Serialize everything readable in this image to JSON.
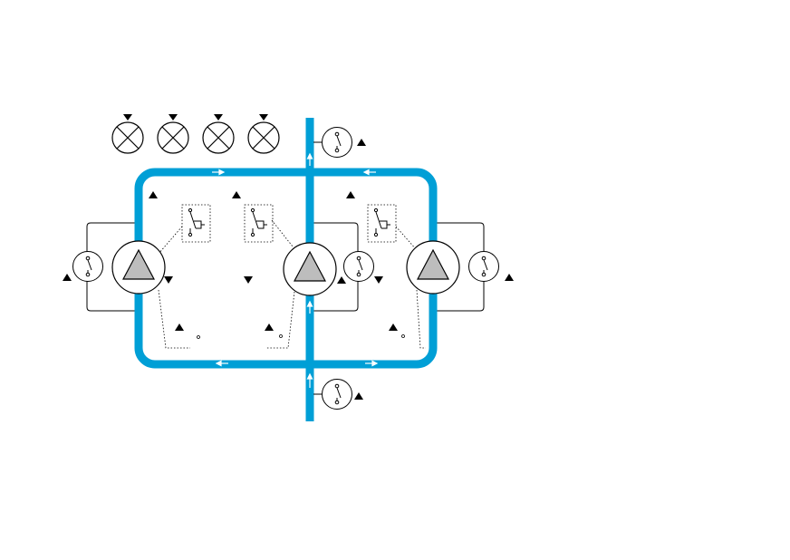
{
  "diagram": {
    "colors": {
      "pipe": "#009fd6",
      "flow_arrow": "#ffffff",
      "pump_fill": "#bdbdbd",
      "line": "#000000",
      "background": "#ffffff"
    },
    "pumps": [
      {
        "id": "pump-1",
        "icon": "pump-triangle-icon"
      },
      {
        "id": "pump-2",
        "icon": "pump-triangle-icon"
      },
      {
        "id": "pump-3",
        "icon": "pump-triangle-icon"
      }
    ],
    "lamps": [
      {
        "id": "lamp-1",
        "icon": "indicator-lamp-icon"
      },
      {
        "id": "lamp-2",
        "icon": "indicator-lamp-icon"
      },
      {
        "id": "lamp-3",
        "icon": "indicator-lamp-icon"
      },
      {
        "id": "lamp-4",
        "icon": "indicator-lamp-icon"
      }
    ],
    "flow_switches": [
      {
        "id": "flow-switch-left",
        "icon": "flow-switch-icon"
      },
      {
        "id": "flow-switch-mid",
        "icon": "flow-switch-icon"
      },
      {
        "id": "flow-switch-right",
        "icon": "flow-switch-icon"
      },
      {
        "id": "flow-switch-top",
        "icon": "flow-switch-icon"
      },
      {
        "id": "flow-switch-bottom",
        "icon": "flow-switch-icon"
      }
    ],
    "valves": [
      {
        "id": "valve-1",
        "icon": "valve-switch-icon"
      },
      {
        "id": "valve-2",
        "icon": "valve-switch-icon"
      },
      {
        "id": "valve-3",
        "icon": "valve-switch-icon"
      }
    ],
    "markers": {
      "up": "marker-up-icon",
      "down": "marker-down-icon"
    }
  }
}
